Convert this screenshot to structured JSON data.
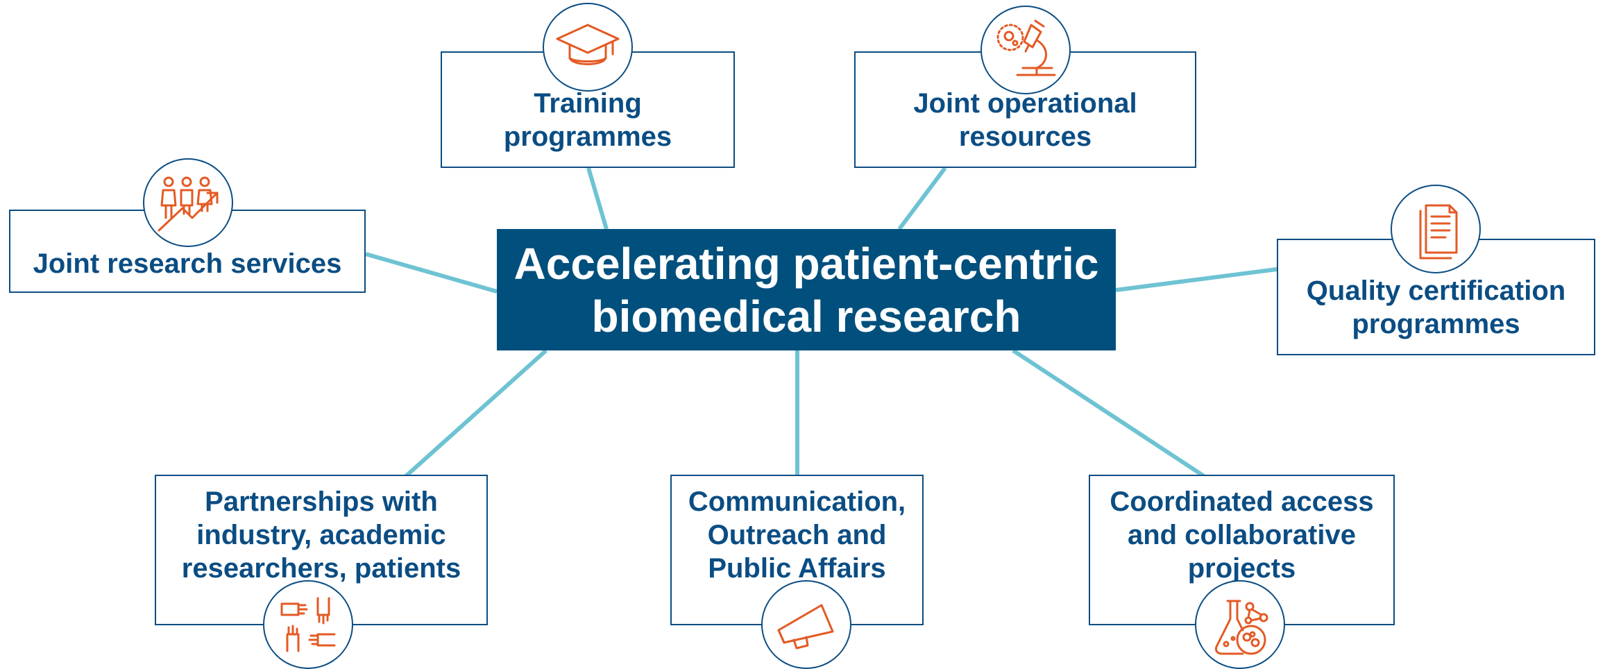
{
  "center": {
    "lines": [
      "Accelerating patient-centric",
      "biomedical research"
    ]
  },
  "nodes": {
    "training": {
      "lines": [
        "Training",
        "programmes"
      ],
      "icon": "graduation-cap-icon"
    },
    "operational": {
      "lines": [
        "Joint operational",
        "resources"
      ],
      "icon": "microscope-icon"
    },
    "research": {
      "lines": [
        "Joint research services"
      ],
      "icon": "people-growth-icon"
    },
    "quality": {
      "lines": [
        "Quality certification",
        "programmes"
      ],
      "icon": "documents-icon"
    },
    "partnerships": {
      "lines": [
        "Partnerships with",
        "industry, academic",
        "researchers, patients"
      ],
      "icon": "hands-joined-icon"
    },
    "communication": {
      "lines": [
        "Communication,",
        "Outreach and",
        "Public Affairs"
      ],
      "icon": "megaphone-icon"
    },
    "coordinated": {
      "lines": [
        "Coordinated access",
        "and collaborative",
        "projects"
      ],
      "icon": "lab-flask-icon"
    }
  },
  "colors": {
    "center_fill": "#004f7c",
    "node_text": "#0b4d83",
    "node_border": "#0b4d83",
    "connector": "#6ec3d3",
    "icon": "#e35a24"
  }
}
